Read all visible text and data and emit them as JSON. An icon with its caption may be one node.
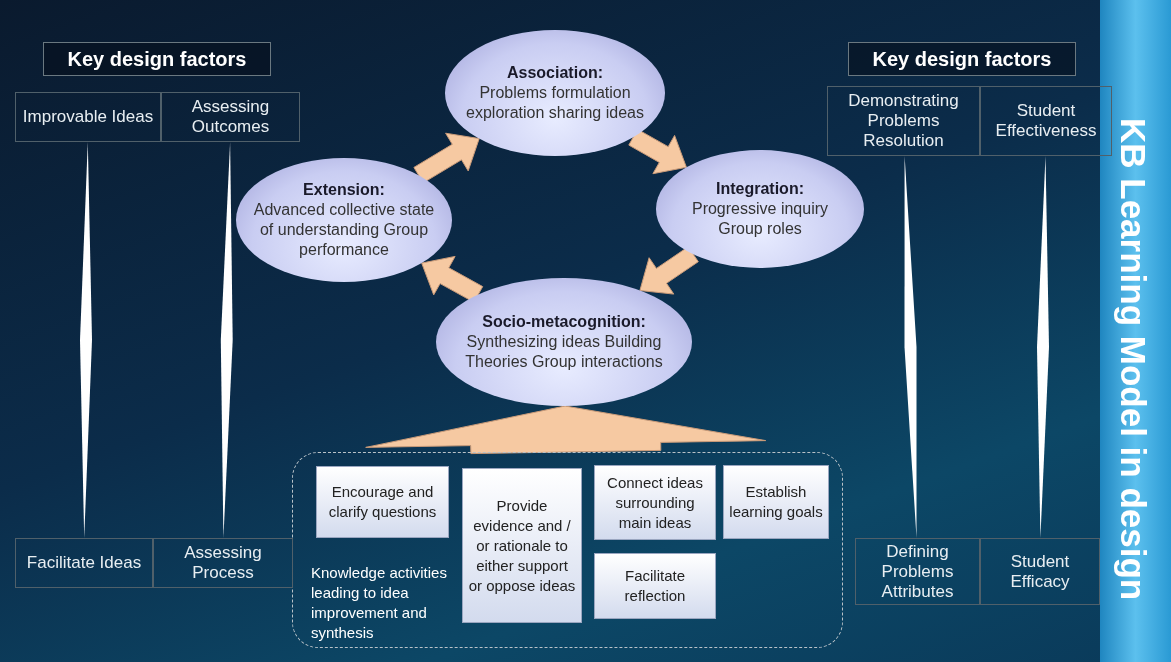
{
  "diagram": {
    "title": "KB Learning Model in design",
    "nodes": [
      {
        "text": [
          "Key design factors"
        ]
      },
      {
        "text": [
          "Improvable Ideas"
        ]
      },
      {
        "text": [
          "Assessing Outcomes"
        ]
      },
      {
        "text": [
          "Association:",
          "Problems formulation exploration sharing ideas"
        ]
      },
      {
        "text": [
          "Key design factors"
        ]
      },
      {
        "text": [
          "Demonstrating Problems Resolution"
        ]
      },
      {
        "text": [
          "Student Effectiveness"
        ]
      },
      {
        "text": [
          "Extension:",
          "Advanced collective state of understanding Group performance"
        ]
      },
      {
        "text": [
          "Integration:",
          "Progressive inquiry Group roles"
        ]
      },
      {
        "text": [
          "Socio-metacognition:",
          "Synthesizing ideas Building Theories Group interactions"
        ]
      },
      {
        "text": [
          "Knowledge activities leading to idea improvement and synthesis"
        ]
      },
      {
        "text": [
          "Encourage and clarify questions"
        ],
        "in": 10
      },
      {
        "text": [
          "Provide evidence and / or rationale to either support or oppose ideas"
        ],
        "in": 10
      },
      {
        "text": [
          "Connect ideas surrounding main ideas"
        ],
        "in": 10
      },
      {
        "text": [
          "Establish learning goals"
        ],
        "in": 10
      },
      {
        "text": [
          "Facilitate reflection"
        ],
        "in": 10
      },
      {
        "text": [
          "Facilitate Ideas"
        ]
      },
      {
        "text": [
          "Assessing Process"
        ]
      },
      {
        "text": [
          "Defining Problems Attributes"
        ]
      },
      {
        "text": [
          "Student Efficacy"
        ]
      }
    ],
    "edges": [
      {
        "from": 7,
        "to": 3,
        "arrow": "to"
      },
      {
        "from": 3,
        "to": 8,
        "arrow": "to"
      },
      {
        "from": 8,
        "to": 9,
        "arrow": "to"
      },
      {
        "from": 9,
        "to": 7,
        "arrow": "to"
      },
      {
        "from": 10,
        "to": 9,
        "arrow": "to"
      },
      {
        "from": 1,
        "to": 16,
        "arrow": "none"
      },
      {
        "from": 2,
        "to": 17,
        "arrow": "none"
      },
      {
        "from": 5,
        "to": 18,
        "arrow": "none"
      },
      {
        "from": 6,
        "to": 19,
        "arrow": "none"
      }
    ]
  }
}
